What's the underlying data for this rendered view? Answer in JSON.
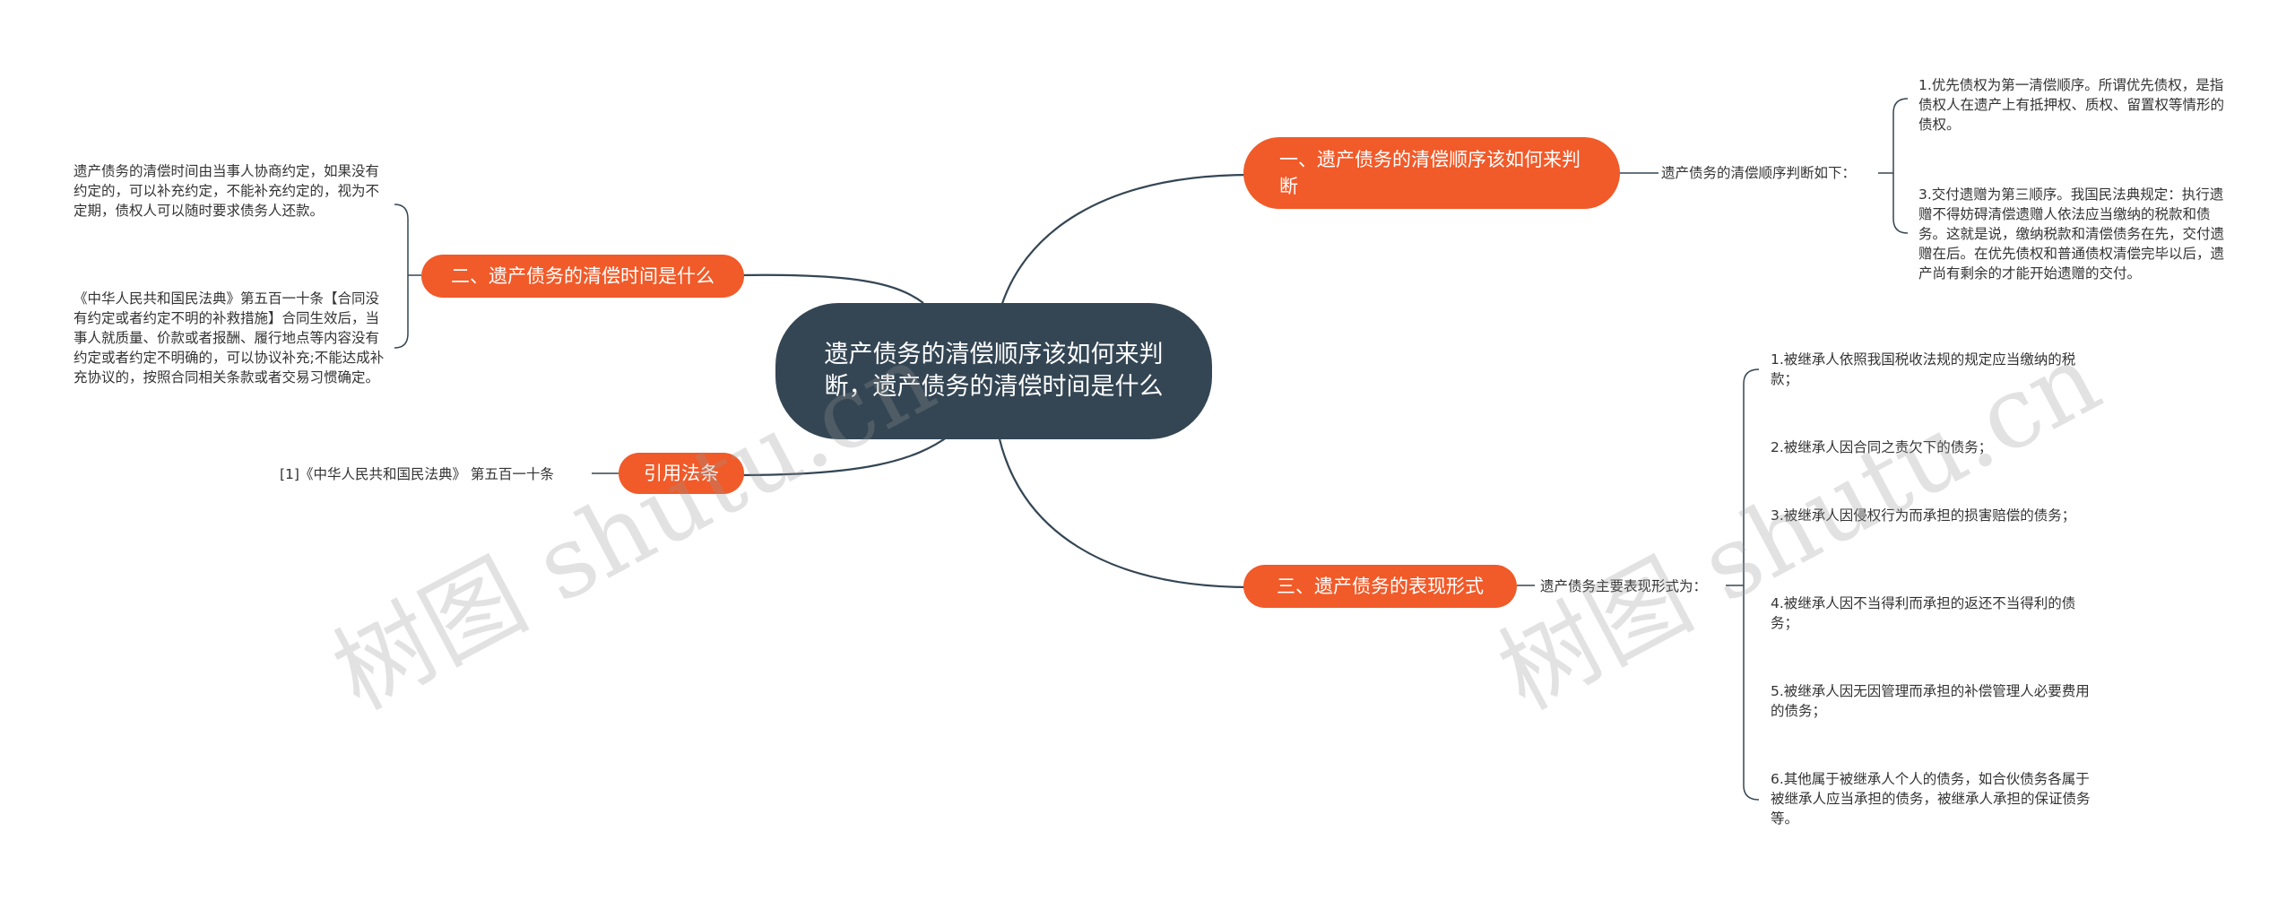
{
  "central": "遗产债务的清偿顺序该如何来判断，遗产债务的清偿时间是什么",
  "branches": {
    "b1": {
      "label": "一、遗产债务的清偿顺序该如何来判断",
      "mid": "遗产债务的清偿顺序判断如下：",
      "leaves": [
        "1.优先债权为第一清偿顺序。所谓优先债权，是指债权人在遗产上有抵押权、质权、留置权等情形的债权。",
        "3.交付遗赠为第三顺序。我国民法典规定：执行遗赠不得妨碍清偿遗赠人依法应当缴纳的税款和债务。这就是说，缴纳税款和清偿债务在先，交付遗赠在后。在优先债权和普通债权清偿完毕以后，遗产尚有剩余的才能开始遗赠的交付。"
      ]
    },
    "b2": {
      "label": "二、遗产债务的清偿时间是什么",
      "leaves": [
        "遗产债务的清偿时间由当事人协商约定，如果没有约定的，可以补充约定，不能补充约定的，视为不定期，债权人可以随时要求债务人还款。",
        "《中华人民共和国民法典》第五百一十条【合同没有约定或者约定不明的补救措施】合同生效后，当事人就质量、价款或者报酬、履行地点等内容没有约定或者约定不明确的，可以协议补充;不能达成补充协议的，按照合同相关条款或者交易习惯确定。"
      ]
    },
    "b3": {
      "label": "引用法条",
      "leaves": [
        "[1]《中华人民共和国民法典》 第五百一十条"
      ]
    },
    "b4": {
      "label": "三、遗产债务的表现形式",
      "mid": "遗产债务主要表现形式为：",
      "leaves": [
        "1.被继承人依照我国税收法规的规定应当缴纳的税款；",
        "2.被继承人因合同之责欠下的债务；",
        "3.被继承人因侵权行为而承担的损害赔偿的债务；",
        "4.被继承人因不当得利而承担的返还不当得利的债务；",
        "5.被继承人因无因管理而承担的补偿管理人必要费用的债务；",
        "6.其他属于被继承人个人的债务，如合伙债务各属于被继承人应当承担的债务，被继承人承担的保证债务等。"
      ]
    }
  },
  "watermark": "树图 shutu.cn",
  "colors": {
    "central": "#344654",
    "branch": "#f15a29",
    "line": "#344654",
    "text": "#333333"
  }
}
